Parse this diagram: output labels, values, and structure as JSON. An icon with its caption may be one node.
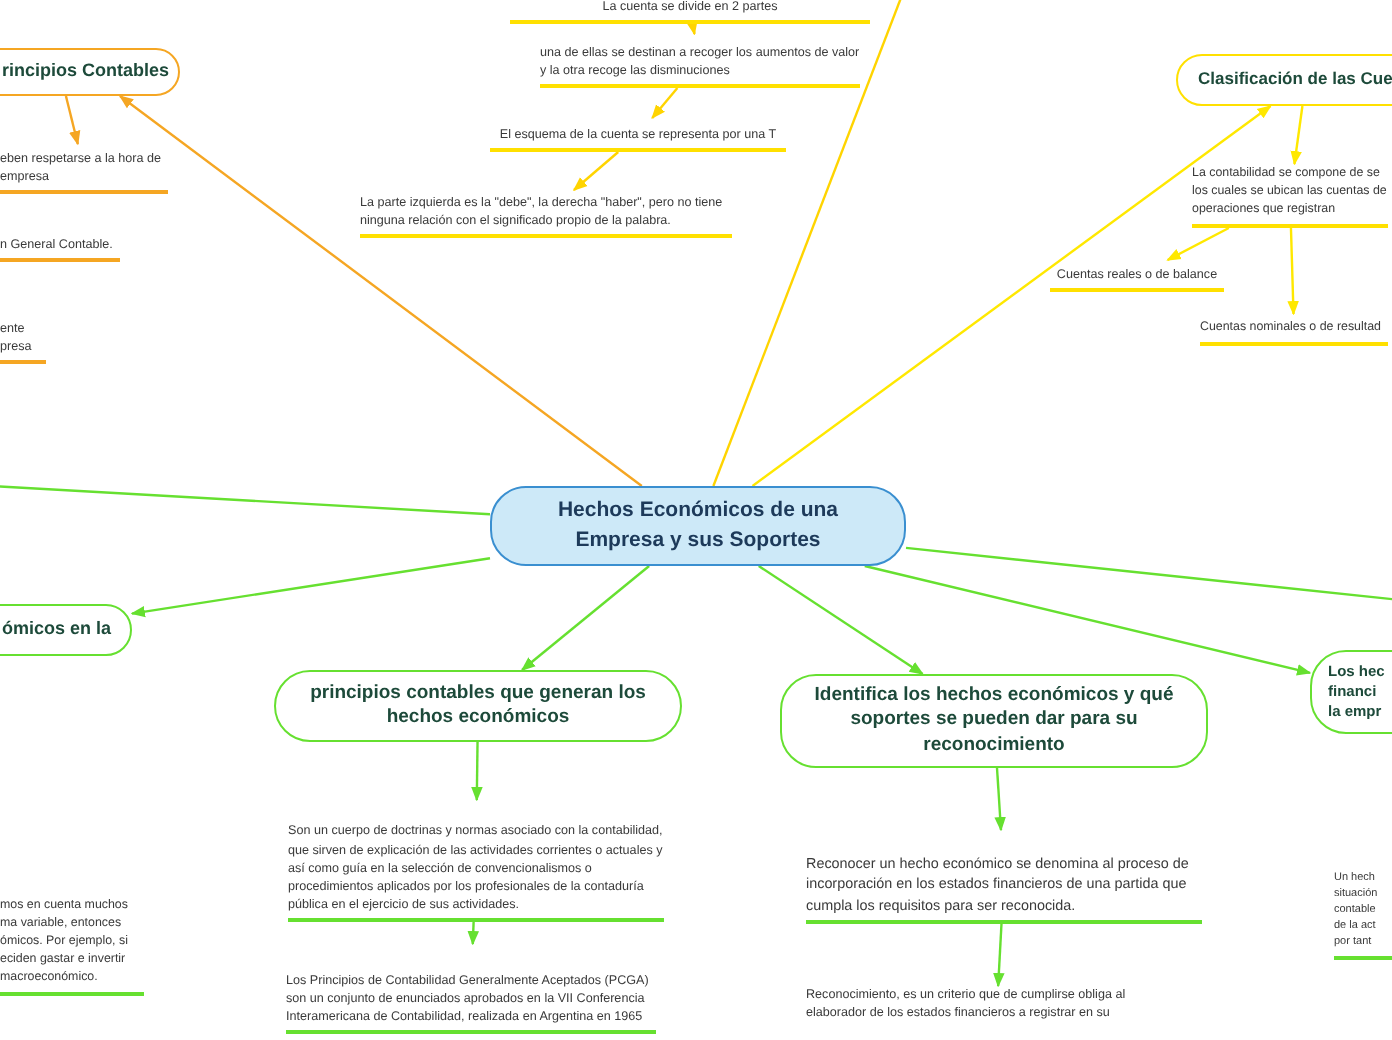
{
  "diagram": {
    "nodes": [
      {
        "text": [
          "Hechos Económicos de una Empresa y sus Soportes"
        ]
      },
      {
        "text": [
          "rincipios Contables"
        ]
      },
      {
        "text": [
          "eben respetarse a la hora de empresa"
        ]
      },
      {
        "text": [
          "n General Contable."
        ]
      },
      {
        "text": [
          "ente presa"
        ]
      },
      {
        "text": [
          "La cuenta se divide en 2 partes"
        ]
      },
      {
        "text": [
          "una de ellas se destinan a recoger los aumentos de valor y la otra recoge las disminuciones"
        ]
      },
      {
        "text": [
          "El esquema de la cuenta se representa por una T"
        ]
      },
      {
        "text": [
          "La parte izquierda es la \"debe\", la derecha \"haber\", pero no tiene ninguna relación con el significado propio de la palabra."
        ]
      },
      {
        "text": [
          "Clasificación de las Cue"
        ]
      },
      {
        "text": [
          "La contabilidad se compone de se los cuales se ubican las cuentas de operaciones que registran"
        ]
      },
      {
        "text": [
          "Cuentas reales o de balance"
        ]
      },
      {
        "text": [
          "Cuentas nominales o de resultad"
        ]
      },
      {
        "text": [
          "ómicos en la"
        ]
      },
      {
        "text": [
          "mos en cuenta muchos ma variable, entonces ómicos. Por ejemplo, si eciden gastar e invertir macroeconómico."
        ]
      },
      {
        "text": [
          "principios contables que generan los hechos económicos"
        ]
      },
      {
        "text": [
          "Son un cuerpo de doctrinas y normas asociado con la contabilidad, que sirven de explicación de las actividades corrientes o actuales y así como guía en la selección de convencionalismos o procedimientos aplicados por los profesionales de la contaduría pública en el ejercicio de sus actividades."
        ]
      },
      {
        "text": [
          "Los Principios de Contabilidad Generalmente Aceptados (PCGA) son un conjunto de enunciados aprobados en la VII Conferencia Interamericana de Contabilidad, realizada en Argentina en 1965"
        ]
      },
      {
        "text": [
          "Identifica los hechos económicos y qué soportes se pueden dar para su reconocimiento"
        ]
      },
      {
        "text": [
          "Reconocer un hecho económico se denomina al proceso de incorporación en los estados financieros de una partida que cumpla los requisitos para ser reconocida."
        ]
      },
      {
        "text": [
          "Reconocimiento, es un criterio que de cumplirse obliga al elaborador de los estados financieros a registrar en su"
        ]
      },
      {
        "text": [
          "Los hec financi la empr"
        ]
      },
      {
        "text": [
          "Un hech situación contable de la act por tant"
        ]
      }
    ],
    "edges": [
      {
        "from": 0,
        "to": 1,
        "arrow": "to",
        "color": "#f5a623"
      },
      {
        "from": 1,
        "to": 2,
        "arrow": "to",
        "color": "#f5a623"
      },
      {
        "from": 0,
        "to": null,
        "arrow": "none",
        "color": "#ffd400"
      },
      {
        "from": 5,
        "to": 6,
        "arrow": "to",
        "color": "#ffd400"
      },
      {
        "from": 6,
        "to": 7,
        "arrow": "to",
        "color": "#ffd400"
      },
      {
        "from": 7,
        "to": 8,
        "arrow": "to",
        "color": "#ffd400"
      },
      {
        "from": 0,
        "to": 9,
        "arrow": "to",
        "color": "#ffe800"
      },
      {
        "from": 9,
        "to": 10,
        "arrow": "to",
        "color": "#ffe800"
      },
      {
        "from": 10,
        "to": 11,
        "arrow": "to",
        "color": "#ffe800"
      },
      {
        "from": 10,
        "to": 12,
        "arrow": "to",
        "color": "#ffe800"
      },
      {
        "from": 0,
        "to": null,
        "arrow": "none"
      },
      {
        "from": 0,
        "to": 13,
        "arrow": "to"
      },
      {
        "from": 0,
        "to": 15,
        "arrow": "to"
      },
      {
        "from": 15,
        "to": 16,
        "arrow": "to"
      },
      {
        "from": 16,
        "to": 17,
        "arrow": "to"
      },
      {
        "from": 0,
        "to": 18,
        "arrow": "to"
      },
      {
        "from": 18,
        "to": 19,
        "arrow": "to"
      },
      {
        "from": 19,
        "to": 20,
        "arrow": "to"
      },
      {
        "from": 0,
        "to": 21,
        "arrow": "to"
      },
      {
        "from": 0,
        "to": null,
        "arrow": "none"
      }
    ]
  }
}
